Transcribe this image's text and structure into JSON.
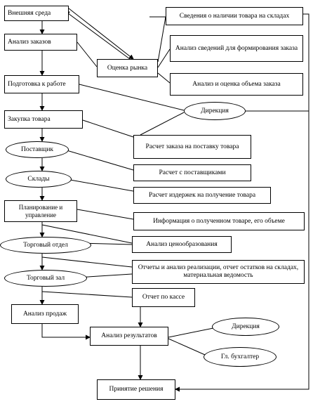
{
  "nodes": {
    "external": "Внешняя среда",
    "orders_analysis": "Анализ заказов",
    "preparation": "Подготовка к работе",
    "purchase": "Закупка товара",
    "suppliers": "Поставщик",
    "warehouses": "Склады",
    "planning": "Планирование и управление",
    "trade_dept": "Торговый отдел",
    "trade_hall": "Торговый зал",
    "sales_analysis": "Анализ продаж",
    "results_analysis": "Анализ результатов",
    "decision": "Принятие решения",
    "market": "Оценка рынка",
    "direction_top": "Дирекция",
    "direction_bottom": "Дирекция",
    "chief_accountant": "Гл. бухгалтер",
    "stock_info": "Сведения о наличии товара на складах",
    "order_info_analysis": "Анализ сведений для формирования заказа",
    "order_volume": "Анализ и оценка объема заказа",
    "order_calc": "Расчет заказа на поставку товара",
    "supplier_calc": "Расчет с поставщиками",
    "costs_calc": "Расчет издержек на получение товара",
    "received_info": "Информация о полученном товаре, его объеме",
    "pricing": "Анализ ценообразования",
    "reports": "Отчеты и анализ реализации, отчет остатков на складах, материальная ведомость",
    "cash_report": "Отчет по кассе"
  }
}
